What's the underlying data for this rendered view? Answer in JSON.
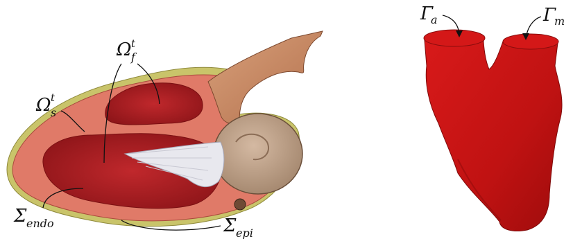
{
  "left_figure": {
    "labels": {
      "omega_f": {
        "base": "Ω",
        "sup": "t",
        "sub": "f"
      },
      "omega_s": {
        "base": "Ω",
        "sup": "t",
        "sub": "s"
      },
      "sigma_endo": {
        "base": "Σ",
        "sub": "endo"
      },
      "sigma_epi": {
        "base": "Σ",
        "sub": "epi"
      }
    }
  },
  "right_figure": {
    "labels": {
      "gamma_a": {
        "base": "Γ",
        "sub": "a"
      },
      "gamma_m": {
        "base": "Γ",
        "sub": "m"
      }
    }
  },
  "colors": {
    "myocardium": "#e07a68",
    "cavity": "#b8262a",
    "fat": "#c9c46a",
    "aorta": "#c98a63",
    "valve_leaflets": "#e8e8ee",
    "fluid_domain": "#c41414"
  }
}
